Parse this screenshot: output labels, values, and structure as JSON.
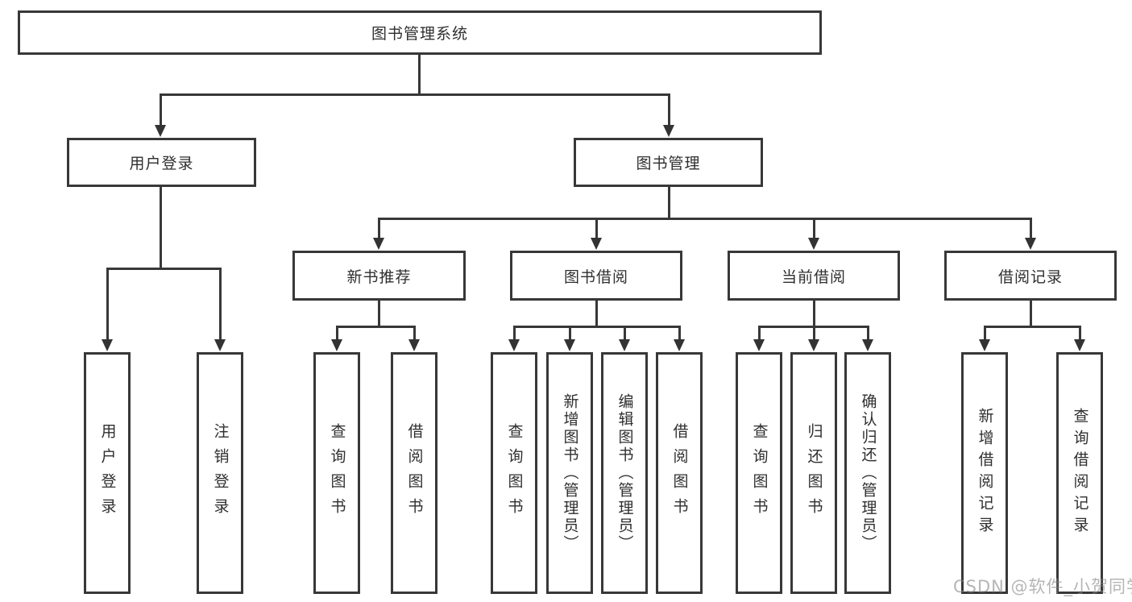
{
  "diagram": {
    "root": {
      "label": "图书管理系统"
    },
    "level2": [
      {
        "label": "用户登录"
      },
      {
        "label": "图书管理"
      }
    ],
    "level3": [
      {
        "label": "新书推荐"
      },
      {
        "label": "图书借阅"
      },
      {
        "label": "当前借阅"
      },
      {
        "label": "借阅记录"
      }
    ],
    "leaves": [
      {
        "label": "用户登录"
      },
      {
        "label": "注销登录"
      },
      {
        "label": "查询图书"
      },
      {
        "label": "借阅图书"
      },
      {
        "label": "查询图书"
      },
      {
        "label": "新增图书（管理员）"
      },
      {
        "label": "编辑图书（管理员）"
      },
      {
        "label": "借阅图书"
      },
      {
        "label": "查询图书"
      },
      {
        "label": "归还图书"
      },
      {
        "label": "确认归还（管理员）"
      },
      {
        "label": "新增借阅记录"
      },
      {
        "label": "查询借阅记录"
      }
    ],
    "colors": {
      "line": "#383838",
      "text": "#2f2f2f",
      "background": "#ffffff",
      "watermark_gray": "#878787"
    }
  },
  "watermark": {
    "text": "CSDN @软件_小贺同学"
  }
}
